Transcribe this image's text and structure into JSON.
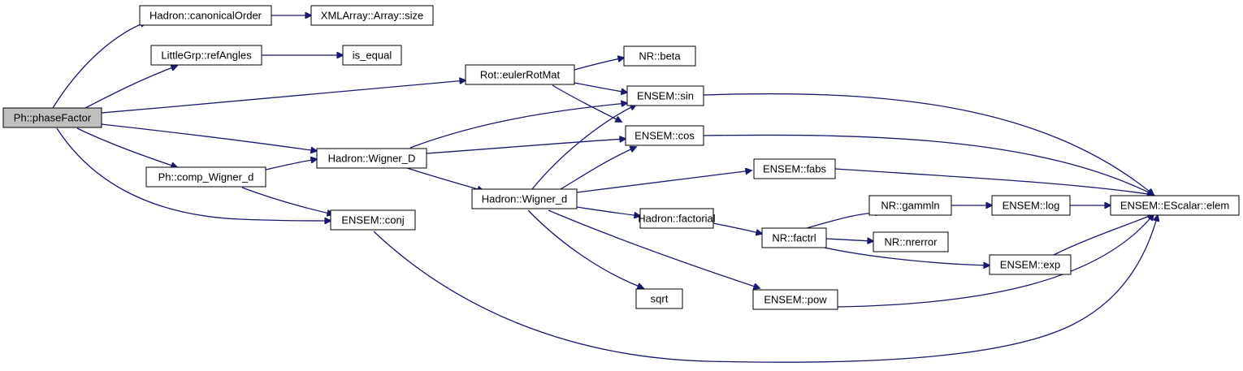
{
  "colors": {
    "edge": "#191970",
    "root_fill": "#bfbfbf",
    "node_fill": "#ffffff",
    "node_border": "#000000"
  },
  "nodes": {
    "phaseFactor": "Ph::phaseFactor",
    "canonicalOrder": "Hadron::canonicalOrder",
    "arraySize": "XMLArray::Array::size",
    "refAngles": "LittleGrp::refAngles",
    "isEqual": "is_equal",
    "eulerRotMat": "Rot::eulerRotMat",
    "nrBeta": "NR::beta",
    "ensemSin": "ENSEM::sin",
    "ensemCos": "ENSEM::cos",
    "wignerD": "Hadron::Wigner_D",
    "compWignerD": "Ph::comp_Wigner_d",
    "wignerSmallD": "Hadron::Wigner_d",
    "ensemFabs": "ENSEM::fabs",
    "ensemConj": "ENSEM::conj",
    "factorial": "Hadron::factorial",
    "gammln": "NR::gammln",
    "ensemLog": "ENSEM::log",
    "escalarElem": "ENSEM::EScalar::elem",
    "factrl": "NR::factrl",
    "nrerror": "NR::nrerror",
    "ensemExp": "ENSEM::exp",
    "sqrt": "sqrt",
    "ensemPow": "ENSEM::pow"
  }
}
